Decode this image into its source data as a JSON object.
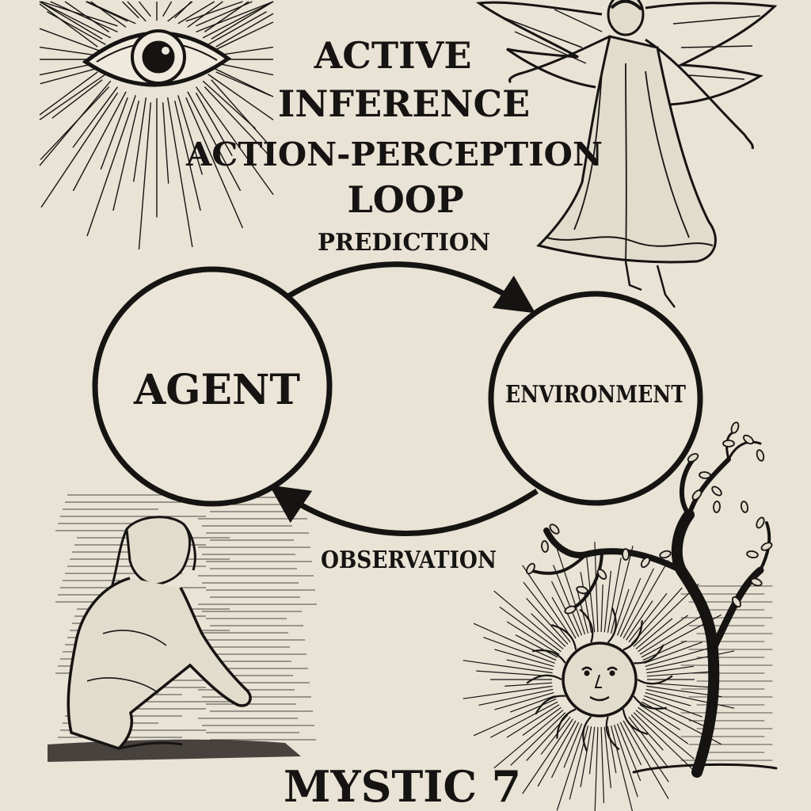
{
  "title": {
    "lines": [
      "ACTIVE",
      "INFERENCE",
      "ACTION-PERCEPTION",
      "LOOP"
    ]
  },
  "nodes": {
    "agent": "AGENT",
    "environment": "ENVIRONMENT"
  },
  "edges": {
    "top": "PREDICTION",
    "bottom": "OBSERVATION"
  },
  "footer": "MYSTIC 7",
  "colors": {
    "paper": "#e9e3d6",
    "ink": "#161412"
  },
  "illustrations": [
    "radiant-eye",
    "angel",
    "kneeling-man",
    "sun-face",
    "bare-tree"
  ]
}
